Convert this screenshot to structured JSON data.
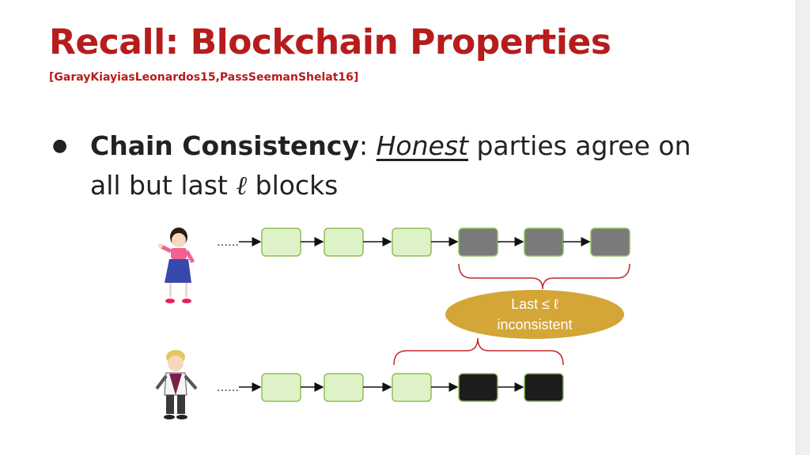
{
  "slide": {
    "title": "Recall: Blockchain Properties",
    "citation": "[GarayKiayiasLeonardos15,PassSeemanShelat16]",
    "bullet": {
      "term": "Chain Consistency",
      "colon": ":",
      "honest": "Honest",
      "rest_line1": "parties agree on",
      "line2_prefix": "all but last",
      "ell": "ℓ",
      "line2_suffix": "blocks"
    }
  },
  "diagram": {
    "top_chain_ellipsis": "……",
    "bottom_chain_ellipsis": "……",
    "top_chain_blocks": [
      "fresh",
      "fresh",
      "fresh",
      "gray",
      "gray",
      "gray"
    ],
    "bottom_chain_blocks": [
      "fresh",
      "fresh",
      "fresh",
      "black",
      "black"
    ],
    "oval_line1": "Last ≤ ℓ",
    "oval_line2": "inconsistent",
    "colors": {
      "title_red": "#b71c1c",
      "brace_red": "#c62828",
      "oval_gold": "#d4a537",
      "block_green": "#dff2c7",
      "block_border": "#8dbf55",
      "block_gray": "#7a7a7a",
      "block_black": "#1c1c1c"
    },
    "figures": [
      "girl-figure",
      "boy-figure"
    ]
  }
}
